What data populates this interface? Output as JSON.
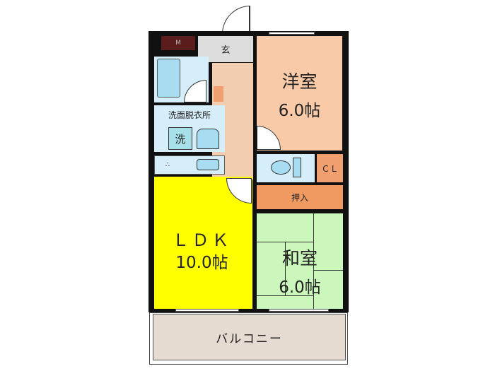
{
  "rooms": {
    "entrance": "玄",
    "meter": "M",
    "washroom": "洗面脱衣所",
    "washer": "洗",
    "western_room": {
      "name": "洋室",
      "size": "6.0帖"
    },
    "ldk": {
      "name": "ＬＤＫ",
      "size": "10.0帖"
    },
    "japanese_room": {
      "name": "和室",
      "size": "6.0帖"
    },
    "closet": "ＣＬ",
    "oshiire": "押入",
    "balcony": "バルコニー"
  },
  "colors": {
    "wall": "#111111",
    "ldk": "#ffff00",
    "western_room": "#f8caa8",
    "japanese_room": "#ccf7bc",
    "oshiire": "#f09a62",
    "wet_area": "#d6eefa",
    "entrance": "#dcdcdc",
    "hall": "#f2cdb0",
    "balcony": "#e6dbd0"
  }
}
